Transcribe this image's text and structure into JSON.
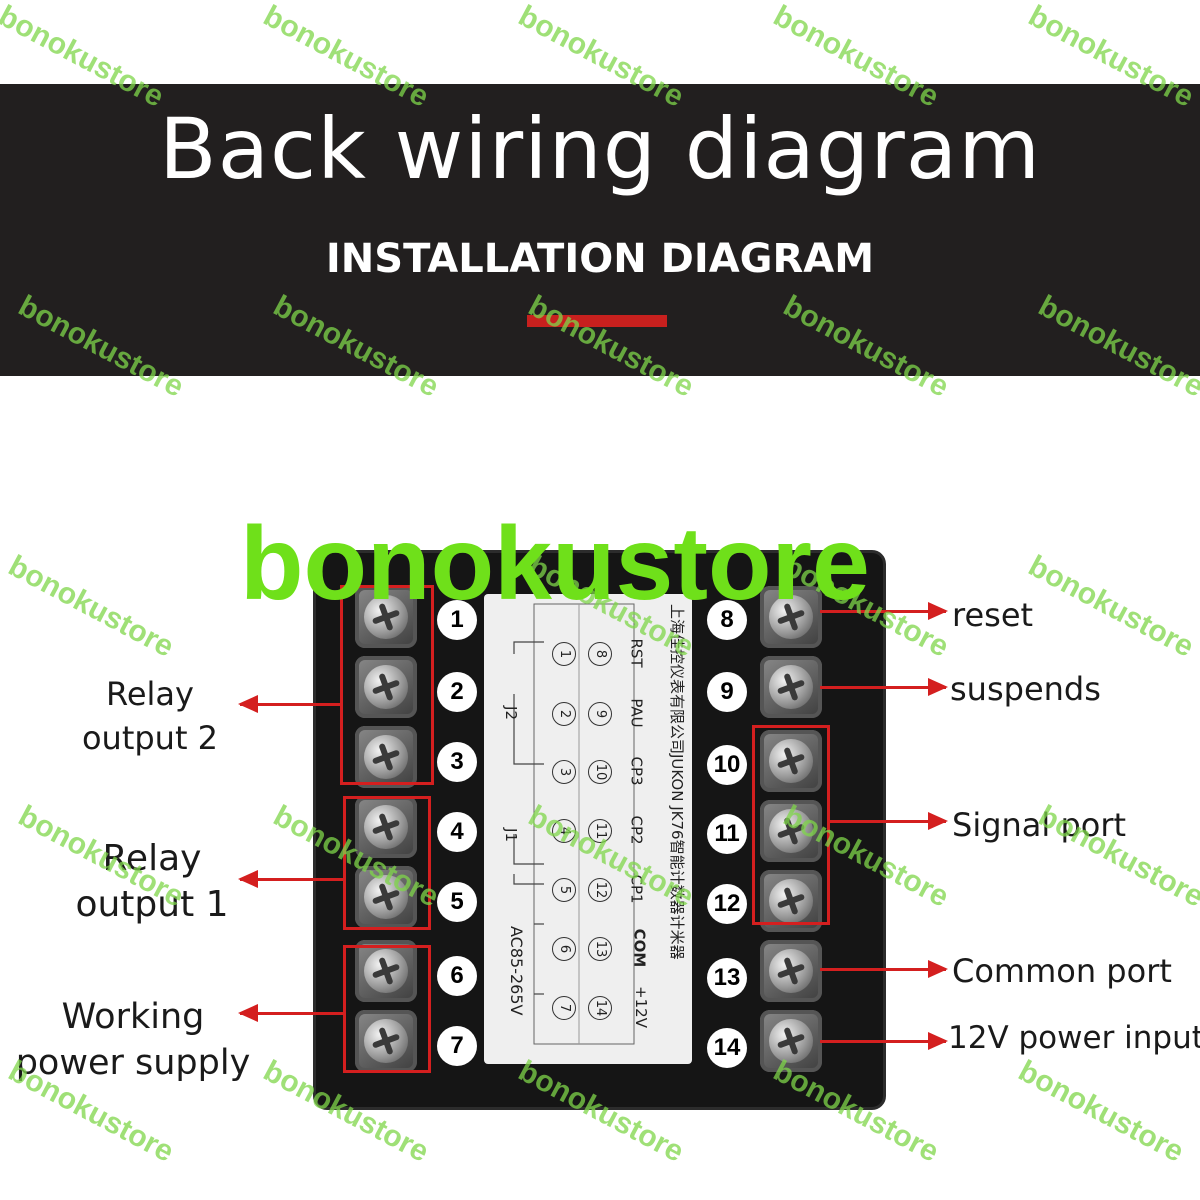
{
  "header": {
    "title": "Back wiring diagram",
    "subtitle": "INSTALLATION DIAGRAM"
  },
  "watermark": "bonokustore",
  "terminals": {
    "left": [
      "1",
      "2",
      "3",
      "4",
      "5",
      "6",
      "7"
    ],
    "right": [
      "8",
      "9",
      "10",
      "11",
      "12",
      "13",
      "14"
    ]
  },
  "labels_left": {
    "relay2_line1": "Relay",
    "relay2_line2": "output 2",
    "relay1_line1": "Relay",
    "relay1_line2": "output 1",
    "power_line1": "Working",
    "power_line2": "power supply"
  },
  "labels_right": {
    "reset": "reset",
    "suspends": "suspends",
    "signal": "Signal port",
    "common": "Common port",
    "power12": "12V power input"
  },
  "panel": {
    "vertical_title": "上海佳控仪表有限公司JUKON JK76智能计数器计米器",
    "left_circles": [
      "1",
      "2",
      "3",
      "4",
      "5",
      "6",
      "7"
    ],
    "right_circles": [
      "8",
      "9",
      "10",
      "11",
      "12",
      "13",
      "14"
    ],
    "pin_names": [
      "RST",
      "PAU",
      "CP3",
      "CP2",
      "CP1",
      "COM",
      "+12V"
    ],
    "j2": "J2",
    "j1": "J1",
    "ac": "AC85-265V"
  },
  "colors": {
    "banner": "#221f1f",
    "accent_red": "#c8201e",
    "watermark_green": "#7fd64a"
  }
}
